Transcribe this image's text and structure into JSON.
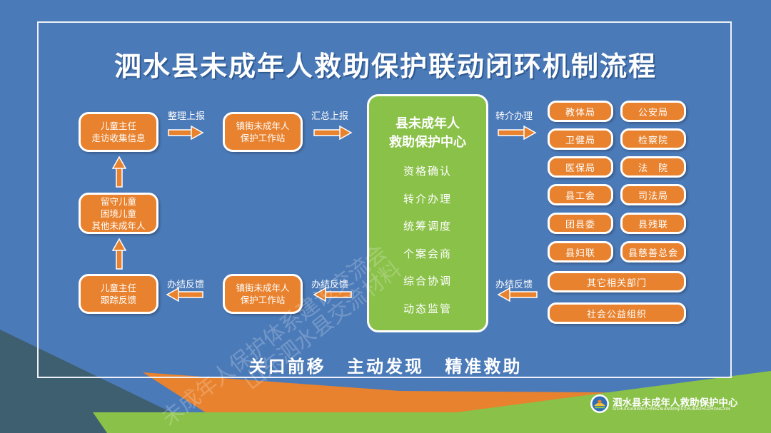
{
  "title": "泗水县未成年人救助保护联动闭环机制流程",
  "left_flow": {
    "box_visit": [
      "儿童主任",
      "走访收集信息"
    ],
    "box_station_top": [
      "镇街未成年人",
      "保护工作站"
    ],
    "box_children": [
      "留守儿童",
      "困境儿童",
      "其他未成年人"
    ],
    "box_followup": [
      "儿童主任",
      "跟踪反馈"
    ],
    "box_station_bottom": [
      "镇街未成年人",
      "保护工作站"
    ],
    "label_organize": "整理上报",
    "label_summarize": "汇总上报",
    "label_refer": "转介办理",
    "label_feedback_right": "办结反馈",
    "label_feedback_mid": "办结反馈",
    "label_feedback_left": "办结反馈"
  },
  "center": {
    "title": [
      "县未成年人",
      "救助保护中心"
    ],
    "functions": [
      "资格确认",
      "转介办理",
      "统筹调度",
      "个案会商",
      "综合协调",
      "动态监管"
    ]
  },
  "departments": {
    "grid": [
      [
        "教体局",
        "公安局"
      ],
      [
        "卫健局",
        "检察院"
      ],
      [
        "医保局",
        "法　院"
      ],
      [
        "县工会",
        "司法局"
      ],
      [
        "团县委",
        "县残联"
      ],
      [
        "县妇联",
        "县慈善总会"
      ]
    ],
    "wide": [
      "其它相关部门",
      "社会公益组织"
    ]
  },
  "slogan": "关口前移 主动发现 精准救助",
  "footer": {
    "org_name": "泗水县未成年人救助保护中心",
    "org_name_en": "SISHUIXIANWEICHENGNIANRENJIUZHUBAOHUZHONGXIN"
  },
  "watermark": [
    "未成年人保护体系建设交流会",
    "山东泗水县交流材料"
  ],
  "colors": {
    "background": "#4b7ab8",
    "orange": "#e8822e",
    "green": "#8ac149",
    "dark_slate": "#3e5f70"
  }
}
